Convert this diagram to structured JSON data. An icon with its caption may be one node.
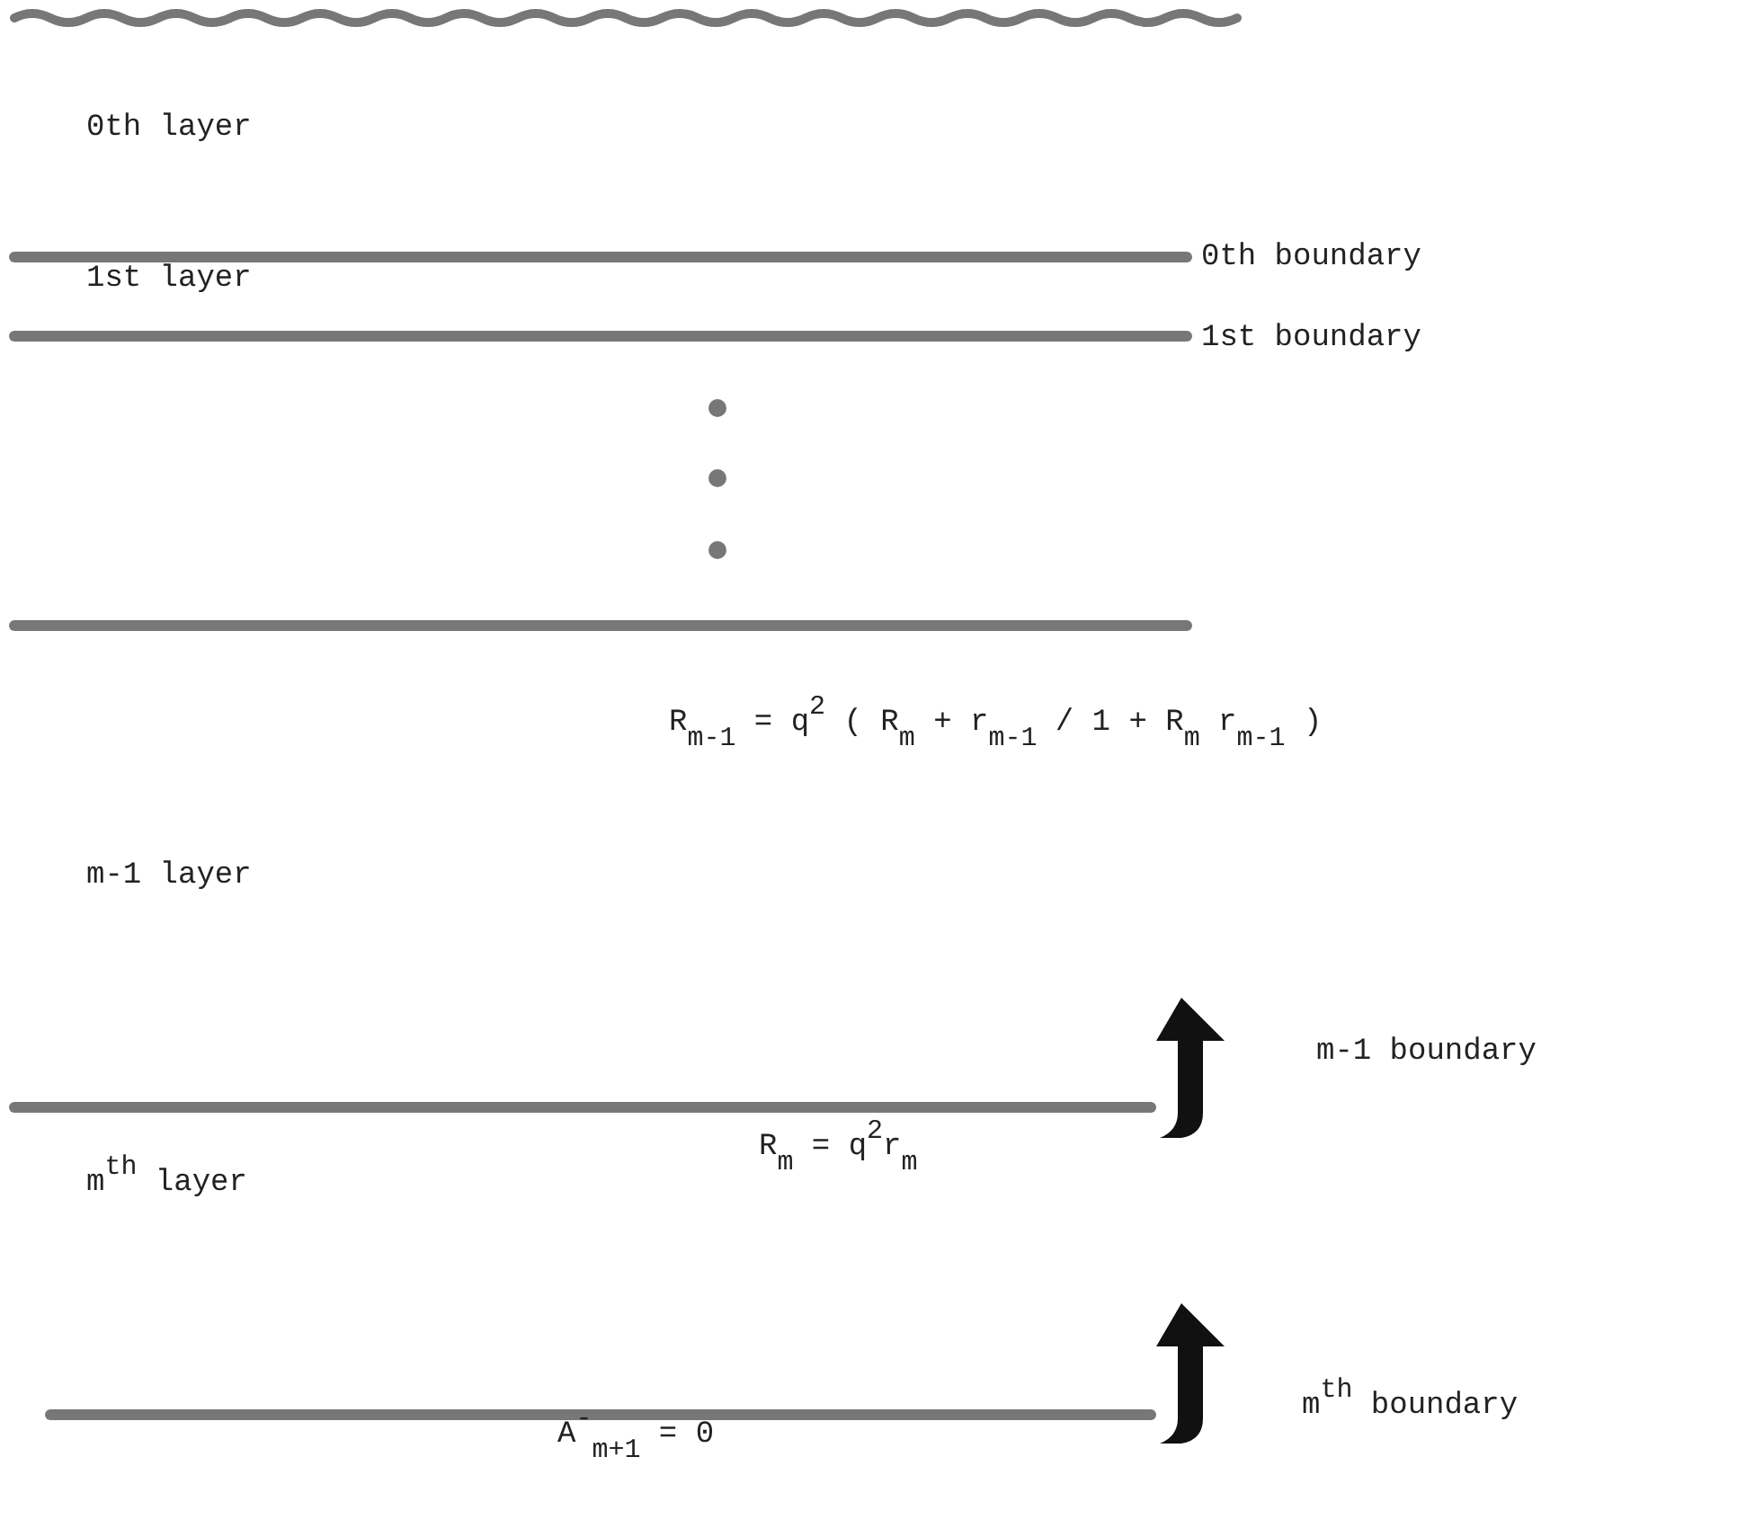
{
  "diagram": {
    "labels": [
      "0th layer",
      "0th boundary",
      "1st layer",
      "1st boundary",
      "R$_{m-1}$ = q$^{2}$ ( R$_{m}$ + r$_{m-1}$ / 1 + R$_{m}$ r$_{m-1}$ )",
      "m-1 layer",
      "m-1 boundary",
      "R$_{m}$ =  q$^{2}$r$_{m}$",
      "m$^{th}$ layer",
      "m$^{th}$ boundary",
      "A$^{-}$$_{m+1}$ = 0"
    ]
  }
}
